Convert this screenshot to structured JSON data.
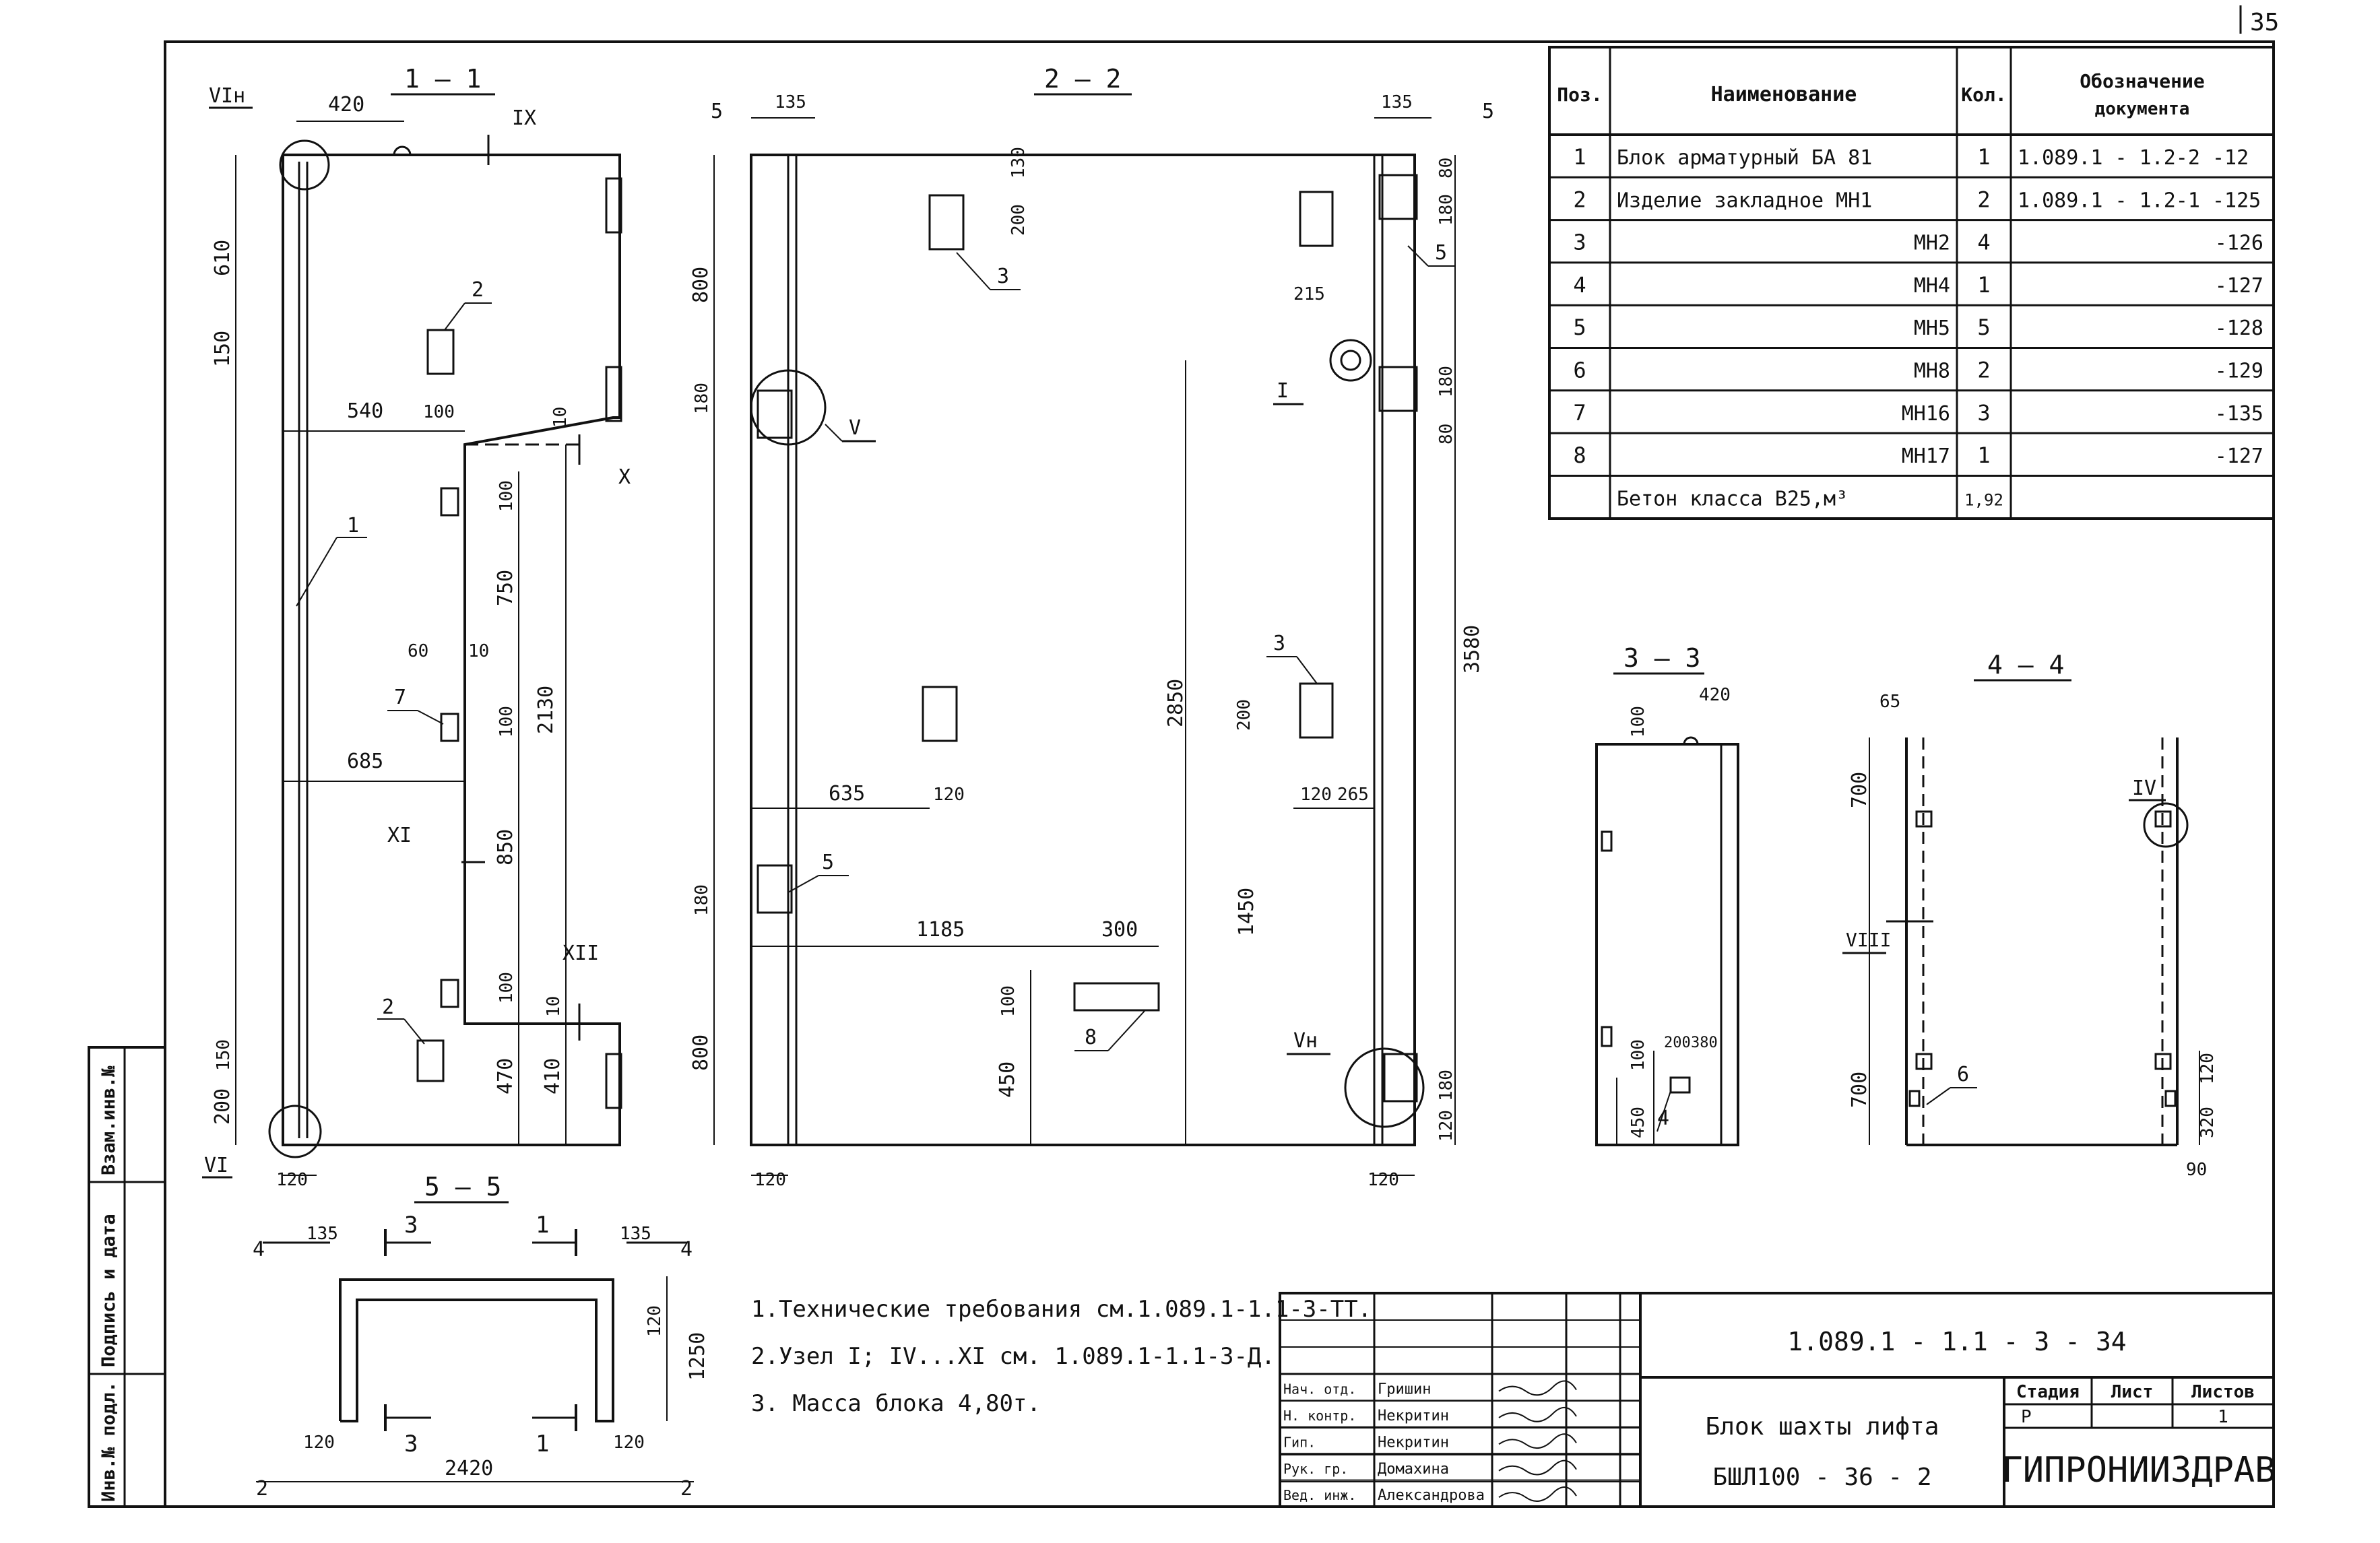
{
  "sheet": {
    "page_number": "35",
    "side_stamp": [
      "Инв.№ подл.",
      "Подпись и дата",
      "Взам.инв.№"
    ]
  },
  "sections": {
    "s11": {
      "title": "1 – 1",
      "marks": [
        "VIн",
        "IX",
        "X",
        "XI",
        "XII",
        "VI"
      ],
      "dims": [
        "420",
        "610",
        "150",
        "540",
        "100",
        "10",
        "100",
        "750",
        "60",
        "10",
        "2130",
        "100",
        "685",
        "850",
        "100",
        "10",
        "470",
        "410",
        "200",
        "150",
        "120"
      ],
      "callouts": [
        "1",
        "2",
        "7",
        "2"
      ]
    },
    "s22": {
      "title": "2 – 2",
      "marks": [
        "V",
        "I",
        "Vн"
      ],
      "dims": [
        "135",
        "135",
        "800",
        "200",
        "130",
        "80",
        "180",
        "215",
        "180",
        "180",
        "80",
        "2850",
        "3580",
        "200",
        "635",
        "120",
        "120",
        "265",
        "180",
        "1185",
        "300",
        "100",
        "1450",
        "800",
        "450",
        "180",
        "120",
        "120",
        "120"
      ],
      "callouts": [
        "3",
        "5",
        "3",
        "5",
        "8"
      ],
      "cut_marks": [
        "5",
        "5"
      ]
    },
    "s33": {
      "title": "3 – 3",
      "dims": [
        "100",
        "420",
        "200",
        "380",
        "100",
        "450"
      ],
      "callouts": [
        "4"
      ]
    },
    "s44": {
      "title": "4 – 4",
      "marks": [
        "IV",
        "VIII"
      ],
      "dims": [
        "65",
        "700",
        "700",
        "120",
        "320",
        "90"
      ],
      "callouts": [
        "6"
      ]
    },
    "s55": {
      "title": "5 – 5",
      "dims": [
        "135",
        "135",
        "120",
        "1250",
        "120",
        "120",
        "2420"
      ],
      "cut_marks": [
        "4",
        "4",
        "3",
        "1",
        "3",
        "1",
        "2",
        "2"
      ]
    }
  },
  "spec_table": {
    "headers": [
      "Поз.",
      "Наименование",
      "Кол.",
      "Обозначение документа"
    ],
    "rows": [
      {
        "pos": "1",
        "name": "Блок арматурный БА 81",
        "qty": "1",
        "doc": "1.089.1 - 1.2-2 -12"
      },
      {
        "pos": "2",
        "name": "Изделие закладное МН1",
        "qty": "2",
        "doc": "1.089.1 - 1.2-1 -125"
      },
      {
        "pos": "3",
        "name": "МН2",
        "qty": "4",
        "doc": "-126"
      },
      {
        "pos": "4",
        "name": "МН4",
        "qty": "1",
        "doc": "-127"
      },
      {
        "pos": "5",
        "name": "МН5",
        "qty": "5",
        "doc": "-128"
      },
      {
        "pos": "6",
        "name": "МН8",
        "qty": "2",
        "doc": "-129"
      },
      {
        "pos": "7",
        "name": "МН16",
        "qty": "3",
        "doc": "-135"
      },
      {
        "pos": "8",
        "name": "МН17",
        "qty": "1",
        "doc": "-127"
      },
      {
        "pos": "",
        "name": "Бетон класса В25,м³",
        "qty": "1,92",
        "doc": ""
      }
    ]
  },
  "notes": [
    "1.Технические требования см.1.089.1-1.1-3-ТТ.",
    "2.Узел I; IV...XI см. 1.089.1-1.1-3-Д.",
    "3. Масса блока 4,80т."
  ],
  "title_block": {
    "code": "1.089.1 - 1.1 - 3 - 34",
    "name_line1": "Блок шахты лифта",
    "name_line2": "БШЛ100 - 36 - 2",
    "stage_header": "Стадия",
    "sheet_header": "Лист",
    "sheets_header": "Листов",
    "stage": "Р",
    "sheets": "1",
    "organization": "ГИПРОНИИЗДРАВ",
    "staff": [
      {
        "role": "Нач. отд.",
        "name": "Гришин"
      },
      {
        "role": "Н. контр.",
        "name": "Некритин"
      },
      {
        "role": "Гип.",
        "name": "Некритин"
      },
      {
        "role": "Рук. гр.",
        "name": "Домахина"
      },
      {
        "role": "Вед. инж.",
        "name": "Александрова"
      }
    ]
  }
}
